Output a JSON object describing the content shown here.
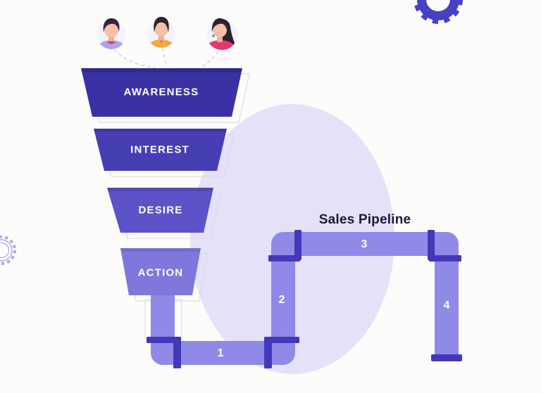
{
  "illustration": {
    "background_color": "#FDFCFB",
    "backdrop_circle_color": "#E4E1F8",
    "connector_color": "#CCCBDC",
    "label_text_color": "#FFFFFF",
    "funnel": {
      "outline_color": "#DCDAEE",
      "stages": [
        {
          "label": "AWARENESS",
          "color": "#3931A4"
        },
        {
          "label": "INTEREST",
          "color": "#463EB3"
        },
        {
          "label": "DESIRE",
          "color": "#5B53C7"
        },
        {
          "label": "ACTION",
          "color": "#7D78DA"
        }
      ]
    },
    "pipeline": {
      "title": "Sales Pipeline",
      "title_color": "#1A1A38",
      "pipe_color": "#8F8AE7",
      "joint_color": "#4339B8",
      "segments": [
        {
          "label": "1"
        },
        {
          "label": "2"
        },
        {
          "label": "3"
        },
        {
          "label": "4"
        }
      ]
    },
    "avatars": [
      {
        "name": "customer-male-purple",
        "shirt_color": "#A9A6EF",
        "skin_color": "#F6C0A5",
        "hair_color": "#33283A",
        "accent_color": "#D9356B"
      },
      {
        "name": "customer-female-amber",
        "shirt_color": "#F3A93D",
        "skin_color": "#F6C0A5",
        "hair_color": "#2E2434",
        "accent_color": "#4E7FD6"
      },
      {
        "name": "customer-female-pink",
        "shirt_color": "#E8356E",
        "skin_color": "#F6C0A5",
        "hair_color": "#2B222E",
        "accent_color": "#5FA8D8"
      }
    ],
    "gears": {
      "solid_color": "#4640C2",
      "outline_color": "#ABA6E3"
    }
  }
}
